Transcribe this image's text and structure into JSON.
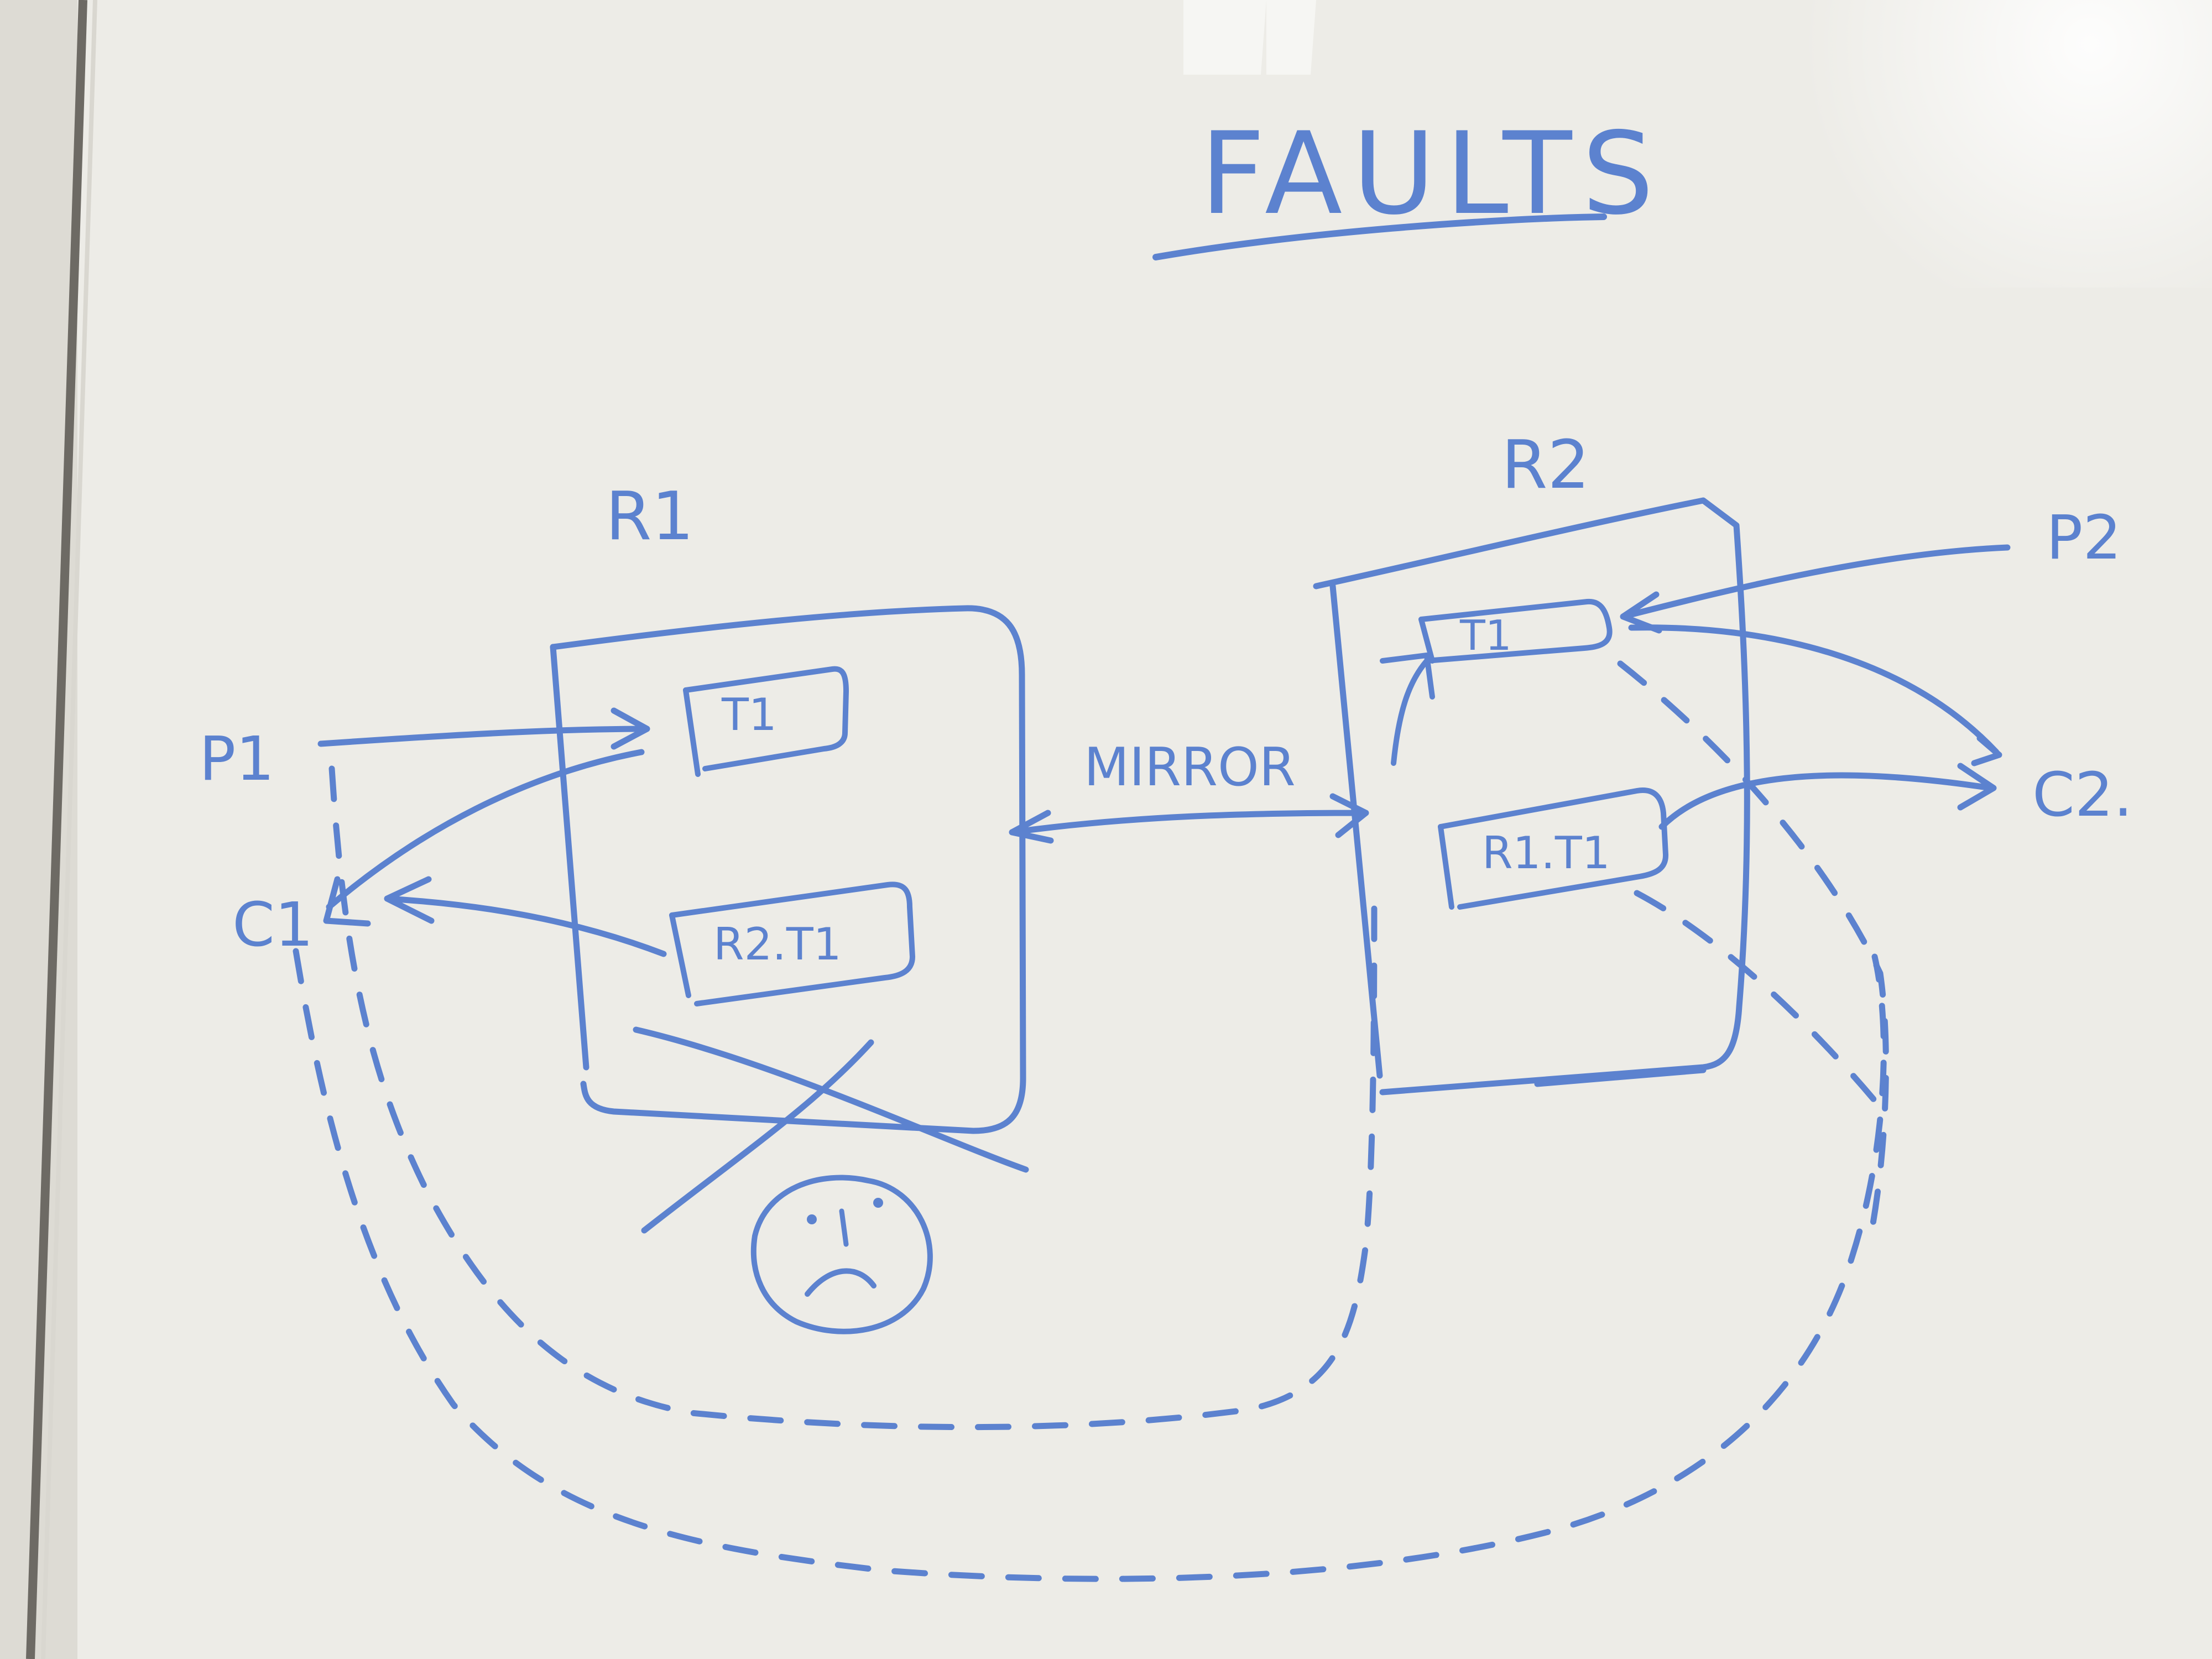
{
  "title": "FAULTS",
  "regions": {
    "r1": "R1",
    "r2": "R2"
  },
  "topics": {
    "r1_t1": "T1",
    "r1_r2t1": "R2.T1",
    "r2_t1": "T1",
    "r2_r1t1": "R1.T1"
  },
  "actors": {
    "p1": "P1",
    "c1": "C1",
    "p2": "P2",
    "c2": "C2."
  },
  "link_label": "MIRROR",
  "colors": {
    "ink": "#5c82cf",
    "board": "#ecebe6",
    "frame": "#6d6a64"
  },
  "icons": [
    "sad-face-icon",
    "cross-out-mark"
  ]
}
